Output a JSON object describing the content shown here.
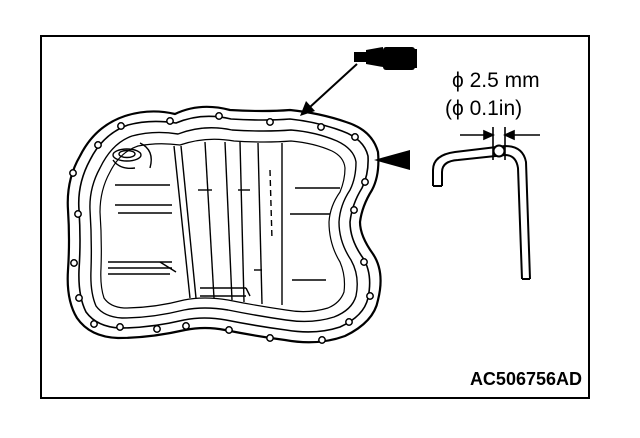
{
  "dimension": {
    "line1": "ϕ 2.5 mm",
    "line2": "(ϕ 0.1in)"
  },
  "figure_code": "AC506756AD",
  "icons": {
    "sealant": "sealant-tube-icon",
    "pan": "oil-pan-icon",
    "bead": "sealant-bead-icon"
  }
}
